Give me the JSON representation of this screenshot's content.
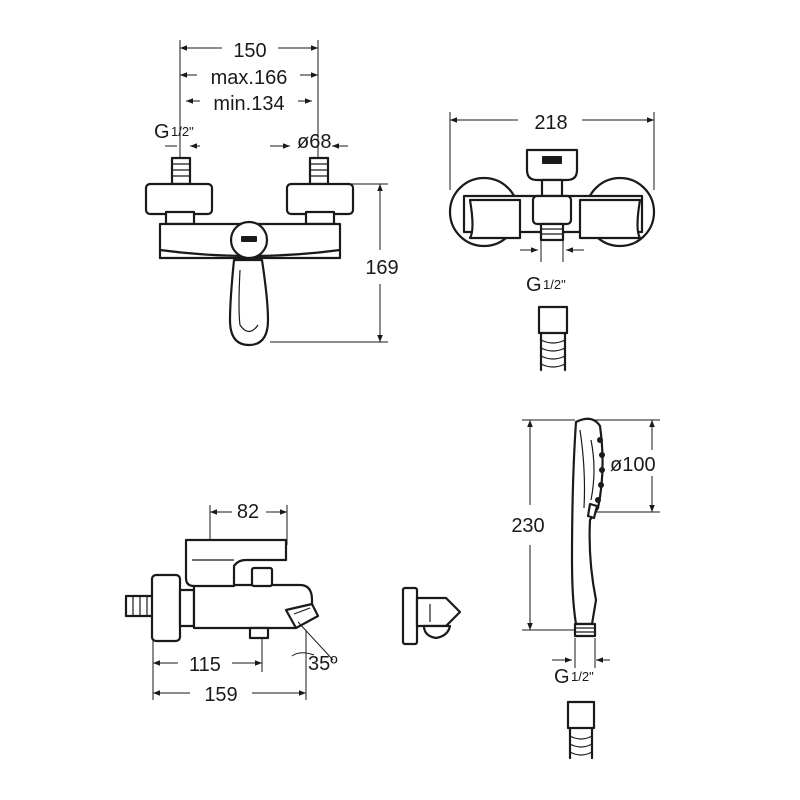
{
  "views": {
    "front": {
      "dim_width": "150",
      "dim_max": "max.166",
      "dim_min": "min.134",
      "thread": "G",
      "thread_frac": "1/2\"",
      "dim_diameter": "ø68",
      "dim_height": "169"
    },
    "top": {
      "dim_width": "218",
      "thread": "G",
      "thread_frac": "1/2\""
    },
    "side": {
      "dim_depth": "82",
      "dim_115": "115",
      "dim_159": "159",
      "angle": "35º"
    },
    "handshower": {
      "dim_height": "230",
      "dim_diameter": "ø100",
      "thread": "G",
      "thread_frac": "1/2\""
    }
  }
}
